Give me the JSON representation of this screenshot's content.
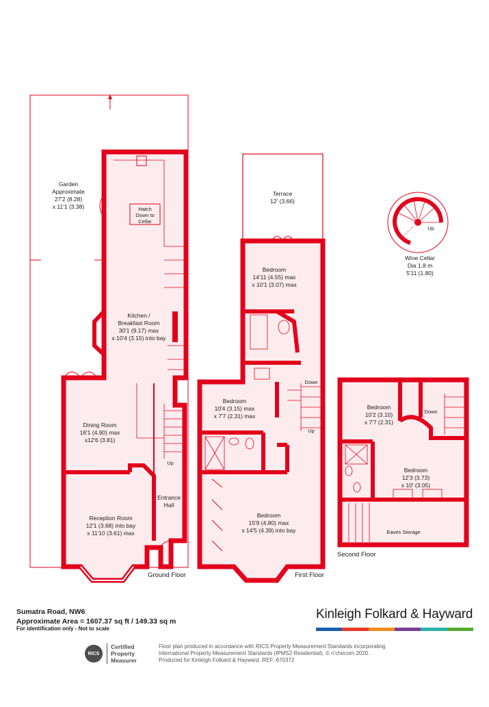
{
  "rooms": {
    "garden": {
      "name": "Garden",
      "line1": "Approximate",
      "line2": "27'2 (8.28)",
      "line3": "x 11'1 (3.38)"
    },
    "hatch": {
      "line1": "Hatch",
      "line2": "Down to",
      "line3": "Cellar"
    },
    "kitchen": {
      "line1": "Kitchen /",
      "line2": "Breakfast Room",
      "line3": "30'1 (9.17) max",
      "line4": "x 10'4 (3.15) into bay"
    },
    "dining": {
      "name": "Dining Room",
      "line2": "16'1 (4.90) max",
      "line3": "x12'6 (3.81)"
    },
    "reception": {
      "name": "Reception Room",
      "line2": "12'1 (3.68) into bay",
      "line3": "x 11'10 (3.61) max"
    },
    "entrance": {
      "line1": "Entrance",
      "line2": "Hall"
    },
    "up_ground": "Up",
    "terrace": {
      "name": "Terrace",
      "line2": "12' (3.66)"
    },
    "bed_first_1": {
      "name": "Bedroom",
      "line2": "14'11 (4.55) max",
      "line3": "x 10'1 (3.07) max"
    },
    "bed_first_2": {
      "name": "Bedroom",
      "line2": "10'4 (3.15) max",
      "line3": "x 7'7 (2.31) max"
    },
    "bed_first_3": {
      "name": "Bedroom",
      "line2": "15'9 (4.80) max",
      "line3": "x 14'5 (4.39) into bay"
    },
    "down_first": "Down",
    "up_first": "Up",
    "bed_second_1": {
      "name": "Bedroom",
      "line2": "10'2 (3.10)",
      "line3": "x 7'7 (2.31)"
    },
    "bed_second_2": {
      "name": "Bedroom",
      "line2": "12'3 (3.73)",
      "line3": "x 10' (3.05)"
    },
    "down_second": "Down",
    "eaves": "Eaves Storage",
    "wine": {
      "name": "Wine Cellar",
      "line2": "Dia 1.8 m",
      "line3": "5'11 (1.80)",
      "up": "Up"
    }
  },
  "floors": {
    "ground": "Ground Floor",
    "first": "First Floor",
    "second": "Second Floor"
  },
  "address": "Sumatra Road, NW6",
  "area": "Approximate Area = 1607.37 sq ft / 149.33 sq m",
  "disclaimer": "For identification only - Not to scale",
  "brand": {
    "name": "Kinleigh Folkard & Hayward",
    "bar_colors": [
      "#1e5fa8",
      "#e8392c",
      "#f28c1e",
      "#7b3f98",
      "#2bb3a8",
      "#5aa832"
    ]
  },
  "rics": {
    "logo": "RICS",
    "line1": "Certified",
    "line2": "Property",
    "line3": "Measurer"
  },
  "footer": {
    "line1": "Floor plan produced in accordance with RICS Property Measurement Standards incorporating",
    "line2": "International Property Measurement Standards (IPMS2 Residential).  © n'checom 2020.",
    "line3": "Produced for Kinleigh Folkard & Hayward.   REF: 670372"
  },
  "colors": {
    "wall": "#e3001b",
    "fill": "#fdecee",
    "line": "#e3001b"
  }
}
